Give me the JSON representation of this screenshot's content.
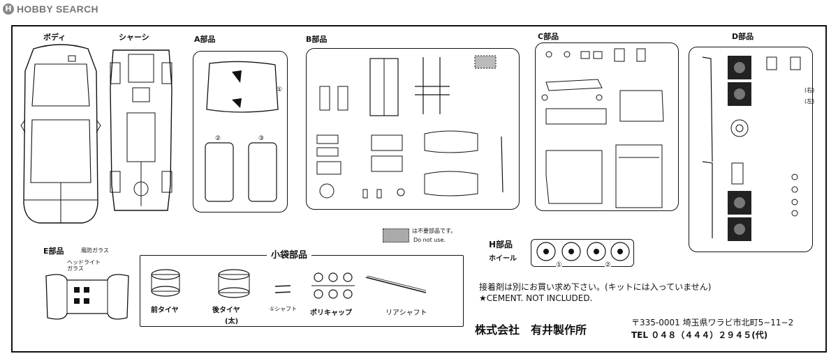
{
  "watermark": {
    "mark": "H",
    "text": "HOBBY SEARCH"
  },
  "sections": {
    "body": "ボディ",
    "chassis": "シャーシ",
    "a": "A部品",
    "b": "B部品",
    "c": "C部品",
    "d": "D部品",
    "e": "E部品",
    "e_sub": "風防ガラス",
    "headlight": "ヘッドライト\nガラス",
    "small_bag": "小袋部品",
    "h": "H部品",
    "wheel": "ホイール"
  },
  "small_parts": {
    "front_tire": "前タイヤ",
    "rear_tire": "後タイヤ",
    "rear_tire_sub": "(太)",
    "shaft": "①シャフト",
    "polycap": "ポリキャップ",
    "rear_shaft": "リアシャフト"
  },
  "legend": {
    "line1": "は不要部品です。",
    "line2": "Do not use."
  },
  "d_labels": {
    "right": "(右)",
    "left": "(左)"
  },
  "notice": {
    "jp": "接着剤は別にお買い求め下さい。(キットには入っていません)",
    "en": "★CEMENT. NOT INCLUDED."
  },
  "company": {
    "name": "株式会社　有井製作所",
    "address": "〒335-0001 埼玉県ワラビ市北町5−11−2",
    "tel": "TEL ０４８（４４４）２９４５(代)"
  },
  "wheel_numbers": [
    "①",
    "②"
  ]
}
